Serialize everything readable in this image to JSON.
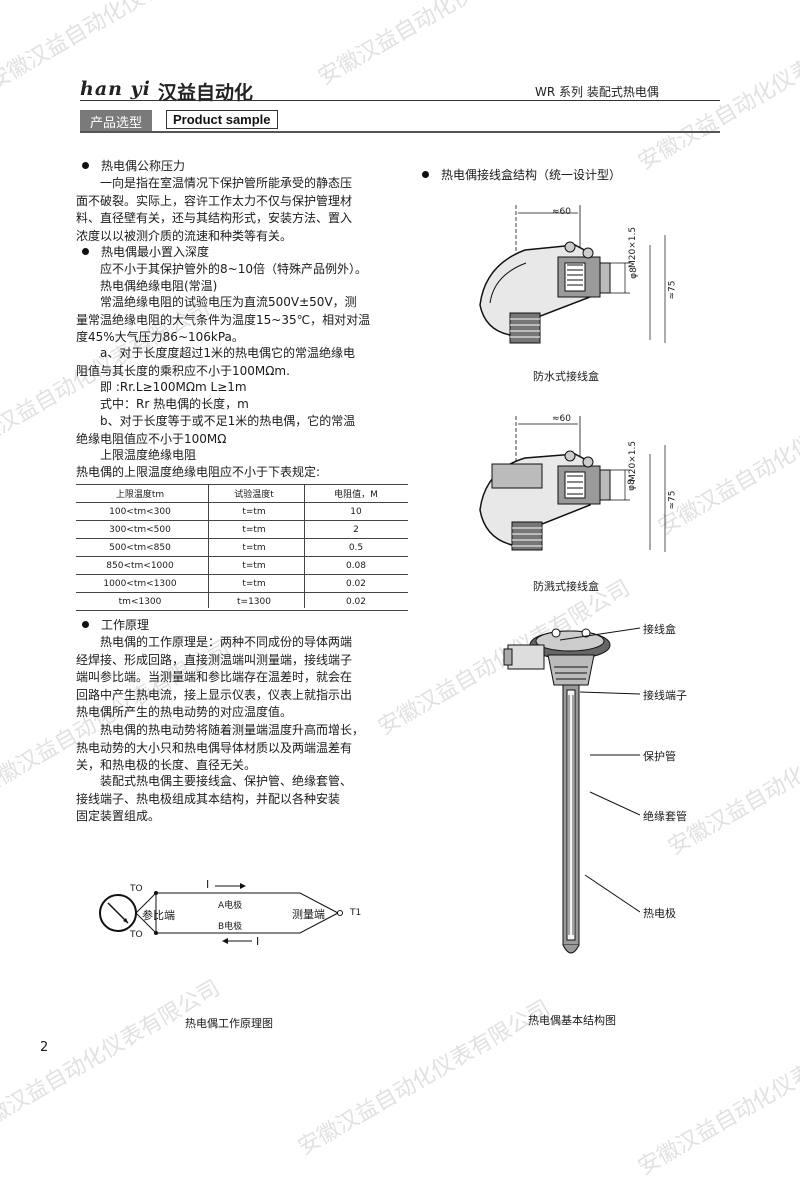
{
  "header": {
    "brand_latin": "han yi",
    "brand_cn": "汉益自动化",
    "series": "WR 系列   装配式热电偶",
    "section_cn": "产品选型",
    "section_en": "Product sample"
  },
  "watermark": "安徽汉益自动化仪表有限公司",
  "left": {
    "h1": "热电偶公称压力",
    "p1": [
      "一向是指在室温情况下保护管所能承受的静态压",
      "面不破裂。实际上，容许工作太力不仅与保护管理材",
      "料、直径壁有关，还与其结构形式，安装方法、置入",
      "浓度以以被测介质的流速和种类等有关。"
    ],
    "h2": "热电偶最小置入深度",
    "p2": "应不小于其保护管外的8~10倍（特殊产品例外）。",
    "h3": "热电偶绝缘电阻(常温)",
    "p3": [
      "常温绝缘电阻的试验电压为直流500V±50V，测",
      "量常温绝缘电阻的大气条件为温度15~35℃，相对对温",
      "度45%大气压力86~106kPa。"
    ],
    "p4": [
      "a、对于长度度超过1米的热电偶它的常温绝缘电",
      "阻值与其长度的乘积应不小于100MΩm."
    ],
    "p5": "即 :Rr.L≥100MΩm   L≥1m",
    "p6": "式中：Rr 热电偶的长度，m",
    "p7": [
      "b、对于长度等于或不足1米的热电偶，它的常温",
      "绝缘电阻值应不小于100MΩ"
    ],
    "p8": "上限温度绝缘电阻",
    "p9": "热电偶的上限温度绝缘电阻应不小于下表规定:",
    "table": {
      "headers": [
        "上限温度tm",
        "试验温度t",
        "电阻值，M"
      ],
      "rows": [
        [
          "100<tm<300",
          "t=tm",
          "10"
        ],
        [
          "300<tm<500",
          "t=tm",
          "2"
        ],
        [
          "500<tm<850",
          "t=tm",
          "0.5"
        ],
        [
          "850<tm<1000",
          "t=tm",
          "0.08"
        ],
        [
          "1000<tm<1300",
          "t=tm",
          "0.02"
        ],
        [
          "tm<1300",
          "t=1300",
          "0.02"
        ]
      ]
    },
    "h4": "工作原理",
    "p10": [
      "热电偶的工作原理是：两种不同成份的导体两端",
      "经焊接、形成回路，直接测温端叫测量端，接线端子",
      "端叫参比端。当测量端和参比端存在温差时，就会在",
      "回路中产生热电流，接上显示仪表，仪表上就指示出",
      "热电偶所产生的热电动势的对应温度值。"
    ],
    "p11": [
      "热电偶的热电动势将随着测量端温度升高而增长，",
      "热电动势的大小只和热电偶导体材质以及两端温差有",
      "关，和热电极的长度、直径无关。"
    ],
    "p12": [
      "装配式热电偶主要接线盒、保护管、绝缘套管、",
      "接线端子、热电极组成其本结构，并配以各种安装",
      "固定装置组成。"
    ]
  },
  "diagram_left": {
    "to_top": "TO",
    "to_bottom": "TO",
    "ref_end": "参比端",
    "a_elec": "A电极",
    "b_elec": "B电极",
    "meas_end": "测量端",
    "t1": "T1",
    "i_top": "I",
    "i_bottom": "I",
    "caption": "热电偶工作原理图"
  },
  "right": {
    "h1": "热电偶接线盒结构（统一设计型）",
    "dim60a": "≈60",
    "phi8a": "φ8",
    "m20a": "M20×1.5",
    "dim75a": "≈75",
    "cap1": "防水式接线盒",
    "dim60b": "≈60",
    "phi8b": "φ8",
    "m20b": "M20×1.5",
    "dim75b": "≈75",
    "cap2": "防溅式接线盒",
    "labels": [
      "接线盒",
      "接线端子",
      "保护管",
      "绝缘套管",
      "热电极"
    ],
    "cap3": "热电偶基本结构图"
  },
  "page_number": "2"
}
